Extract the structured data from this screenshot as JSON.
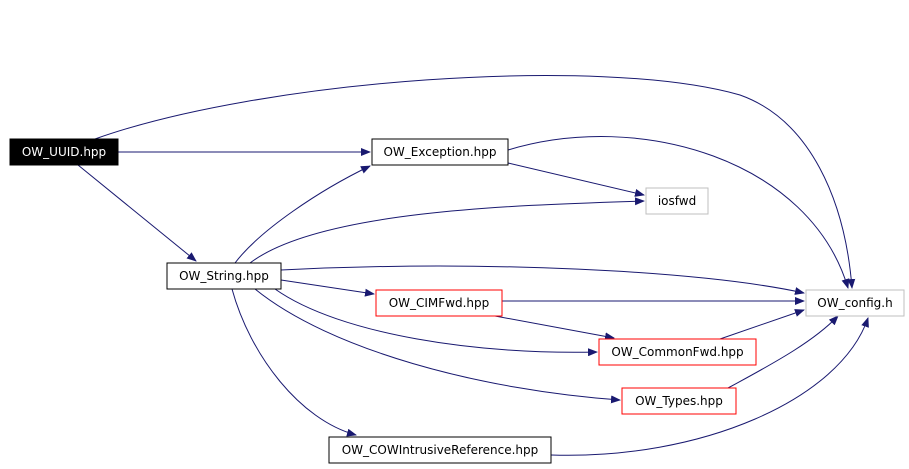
{
  "nodes": [
    {
      "id": "uuid",
      "label": "OW_UUID.hpp",
      "style": "current"
    },
    {
      "id": "exception",
      "label": "OW_Exception.hpp",
      "style": "normal"
    },
    {
      "id": "iosfwd",
      "label": "iosfwd",
      "style": "external"
    },
    {
      "id": "string",
      "label": "OW_String.hpp",
      "style": "normal"
    },
    {
      "id": "config",
      "label": "OW_config.h",
      "style": "external"
    },
    {
      "id": "cimfwd",
      "label": "OW_CIMFwd.hpp",
      "style": "incomplete"
    },
    {
      "id": "commonfwd",
      "label": "OW_CommonFwd.hpp",
      "style": "incomplete"
    },
    {
      "id": "types",
      "label": "OW_Types.hpp",
      "style": "incomplete"
    },
    {
      "id": "cowref",
      "label": "OW_COWIntrusiveReference.hpp",
      "style": "normal"
    }
  ],
  "edges": [
    {
      "from": "uuid",
      "to": "config"
    },
    {
      "from": "uuid",
      "to": "exception"
    },
    {
      "from": "uuid",
      "to": "string"
    },
    {
      "from": "exception",
      "to": "config"
    },
    {
      "from": "exception",
      "to": "iosfwd"
    },
    {
      "from": "string",
      "to": "exception"
    },
    {
      "from": "string",
      "to": "iosfwd"
    },
    {
      "from": "string",
      "to": "config"
    },
    {
      "from": "string",
      "to": "cimfwd"
    },
    {
      "from": "string",
      "to": "commonfwd"
    },
    {
      "from": "string",
      "to": "types"
    },
    {
      "from": "string",
      "to": "cowref"
    },
    {
      "from": "cimfwd",
      "to": "config"
    },
    {
      "from": "cimfwd",
      "to": "commonfwd"
    },
    {
      "from": "commonfwd",
      "to": "config"
    },
    {
      "from": "types",
      "to": "config"
    },
    {
      "from": "cowref",
      "to": "config"
    }
  ],
  "colors": {
    "edge": "#191970",
    "current_fill": "#000000",
    "current_text": "#ffffff",
    "normal_border": "#000000",
    "incomplete_border": "#ff0000",
    "external_border": "#bfbfbf",
    "text": "#000000"
  }
}
